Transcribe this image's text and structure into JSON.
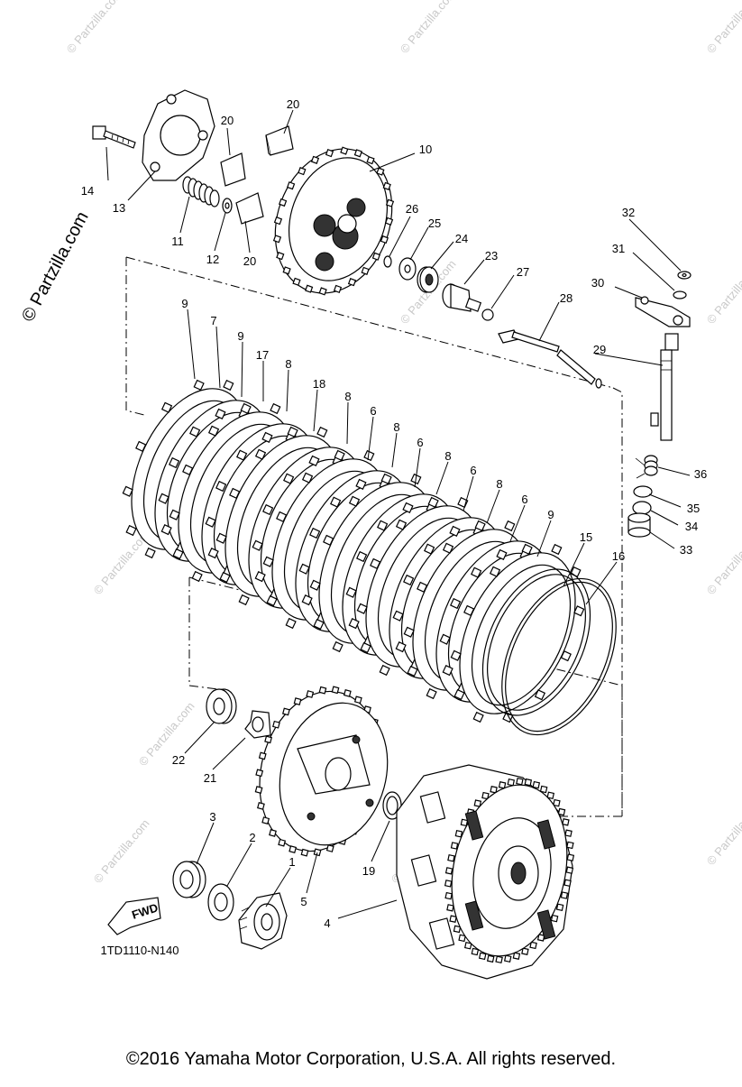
{
  "watermark": {
    "side_label": "© Partzilla.com",
    "tile_label": "© Partzilla.com"
  },
  "diagram": {
    "code": "1TD1110-N140",
    "fwd_label": "FWD",
    "callouts": [
      "1",
      "2",
      "3",
      "4",
      "5",
      "6",
      "7",
      "8",
      "9",
      "10",
      "11",
      "12",
      "13",
      "14",
      "15",
      "16",
      "17",
      "18",
      "19",
      "20",
      "21",
      "22",
      "23",
      "24",
      "25",
      "26",
      "27",
      "28",
      "29",
      "30",
      "31",
      "32",
      "33",
      "34",
      "35",
      "36"
    ]
  },
  "footer": {
    "copyright": "©2016  Yamaha Motor Corporation, U.S.A. All rights reserved."
  }
}
